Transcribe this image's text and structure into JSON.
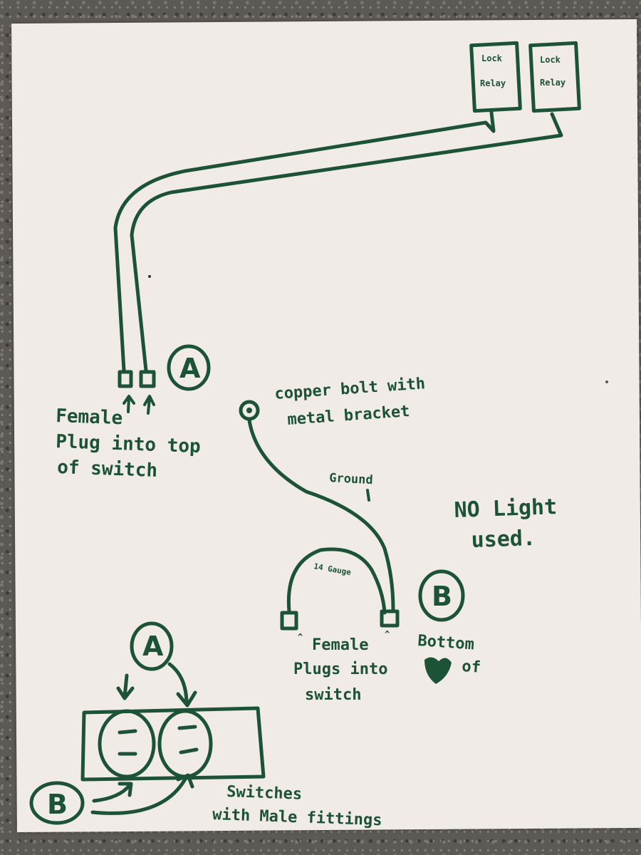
{
  "relays": {
    "left_label_line1": "Lock",
    "left_label_line2": "Relay",
    "right_label_line1": "Lock",
    "right_label_line2": "Relay"
  },
  "marker_a_top": "A",
  "marker_b_right": "B",
  "marker_a_bottom": "A",
  "marker_b_bottom": "B",
  "female_top_note": {
    "line1": "Female",
    "line2": "Plug into top",
    "line3": "of switch"
  },
  "bolt_note": {
    "line1": "copper bolt with",
    "line2": "metal bracket"
  },
  "ground_label": "Ground",
  "gauge_label": "14 Gauge",
  "no_light_note": {
    "line1": "NO Light",
    "line2": "used."
  },
  "female_bottom_note": {
    "line1": "Female",
    "line2": "Plugs into",
    "line3": "switch"
  },
  "bottom_of_note": {
    "line1": "Bottom",
    "line2": "of"
  },
  "switches_note": {
    "line1": "Switches",
    "line2": "with Male fittings"
  },
  "colors": {
    "ink": "#1c5236",
    "paper": "#f1ebe8"
  }
}
